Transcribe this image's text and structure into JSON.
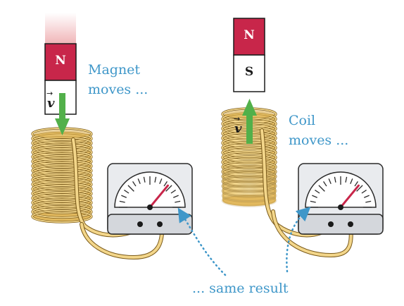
{
  "left_setup": {
    "magnet": {
      "top_pole": "N",
      "colors": {
        "north": "#c8264a",
        "south": "#ffffff"
      }
    },
    "velocity_symbol": "v",
    "caption": [
      "Magnet",
      "moves ..."
    ]
  },
  "right_setup": {
    "magnet": {
      "top_pole": "N",
      "bottom_pole": "S",
      "colors": {
        "north": "#c8264a",
        "south": "#ffffff"
      }
    },
    "velocity_symbol": "v",
    "caption": [
      "Coil",
      "moves ..."
    ]
  },
  "result_caption": "... same result",
  "colors": {
    "coil": "#f3d68a",
    "coil_stroke": "#7a5a1a",
    "arrow": "#52b04a",
    "caption": "#3f97c9",
    "needle": "#c8264a",
    "dotted_arrow": "#3f97c9"
  },
  "meter": {
    "needle_deflection": "right"
  }
}
